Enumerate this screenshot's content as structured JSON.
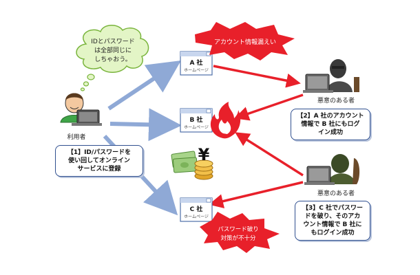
{
  "speech": {
    "lines": [
      "IDとパスワード",
      "は全部同じに",
      "しちゃおう。"
    ]
  },
  "user_label": "利用者",
  "step1": {
    "lines": [
      "【1】ID/パスワードを",
      "使い回してオンライン",
      "サービスに登録"
    ]
  },
  "sites": [
    {
      "name": "A 社",
      "sub": "ホームページ"
    },
    {
      "name": "B 社",
      "sub": "ホームページ"
    },
    {
      "name": "C 社",
      "sub": "ホームページ"
    }
  ],
  "burst_top": "アカウント情報漏えい",
  "burst_bottom": {
    "lines": [
      "パスワード破り",
      "対策が不十分"
    ]
  },
  "attacker_label_1": "悪意のある者",
  "attacker_label_2": "悪意のある者",
  "step2": {
    "lines": [
      "【2】A 社のアカウント",
      "情報で B 社にもログ",
      "イン成功"
    ]
  },
  "step3": {
    "lines": [
      "【3】C 社でパスワー",
      "ドを破り、そのアカ",
      "ウント情報で B 社に",
      "もログイン成功"
    ]
  },
  "yen_symbol": "¥",
  "colors": {
    "blue_arrow": "#8fa9d6",
    "red_arrow": "#e8202a",
    "box_border": "#2f4f8f",
    "cloud_fill": "#e3f5c6",
    "cloud_stroke": "#79b43c"
  }
}
